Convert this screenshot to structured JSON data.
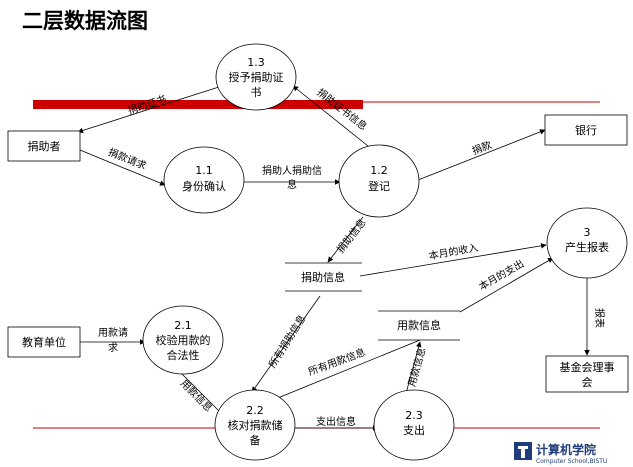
{
  "title": "二层数据流图",
  "processes": {
    "p1_1": {
      "id": "1.1",
      "name": "身份确认"
    },
    "p1_2": {
      "id": "1.2",
      "name": "登记"
    },
    "p1_3": {
      "id": "1.3",
      "name_line1": "授予捐助证",
      "name_line2": "书"
    },
    "p2_1": {
      "id": "2.1",
      "name_line1": "校验用款的",
      "name_line2": "合法性"
    },
    "p2_2": {
      "id": "2.2",
      "name_line1": "核对捐款储",
      "name_line2": "备"
    },
    "p2_3": {
      "id": "2.3",
      "name": "支出"
    },
    "p3": {
      "id": "3",
      "name": "产生报表"
    }
  },
  "entities": {
    "donor": "捐助者",
    "bank": "银行",
    "education_unit": "教育单位",
    "fund_council": {
      "line1": "基金会理事",
      "line2": "会"
    }
  },
  "data_stores": {
    "donation_info": "捐助信息",
    "fund_use_info": "用款信息"
  },
  "flows": {
    "donation_request": "捐款请求",
    "certificate_top": "捐助证书",
    "donor_donation_info_line1": "捐助人捐助信",
    "donor_donation_info_line2": "息",
    "certificate_right": "捐助证书信息",
    "donation": "捐款",
    "donation_info_down": "捐助信息",
    "monthly_income": "本月的收入",
    "monthly_expense": "本月的支出",
    "report": "报表",
    "fund_request_line1": "用款请",
    "fund_request_line2": "求",
    "fund_info_down": "用款信息",
    "all_donation_info": "所有捐助信息",
    "all_fund_info": "所有用款信息",
    "fund_info_up": "用款信息",
    "expense_info": "支出信息"
  },
  "logo": {
    "cn": "计算机学院",
    "en": "Computer School,BISTU"
  },
  "colors": {
    "accent_red": "#cc0000",
    "logo_blue": "#1f3d7a"
  }
}
